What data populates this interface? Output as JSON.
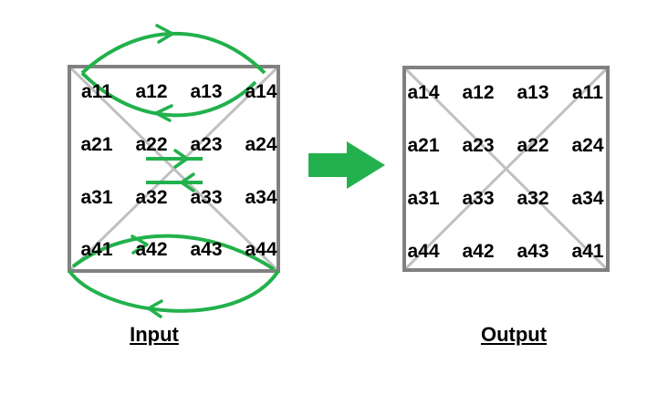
{
  "input": {
    "caption": "Input",
    "rows": [
      [
        "a11",
        "a12",
        "a13",
        "a14"
      ],
      [
        "a21",
        "a22",
        "a23",
        "a24"
      ],
      [
        "a31",
        "a32",
        "a33",
        "a34"
      ],
      [
        "a41",
        "a42",
        "a43",
        "a44"
      ]
    ]
  },
  "output": {
    "caption": "Output",
    "rows": [
      [
        "a14",
        "a12",
        "a13",
        "a11"
      ],
      [
        "a21",
        "a23",
        "a22",
        "a24"
      ],
      [
        "a31",
        "a33",
        "a32",
        "a34"
      ],
      [
        "a44",
        "a42",
        "a43",
        "a41"
      ]
    ]
  },
  "colors": {
    "frame": "#808080",
    "diagonal": "#c0c0c0",
    "swap_arrow": "#22b14c",
    "transform_arrow": "#22b14c"
  }
}
